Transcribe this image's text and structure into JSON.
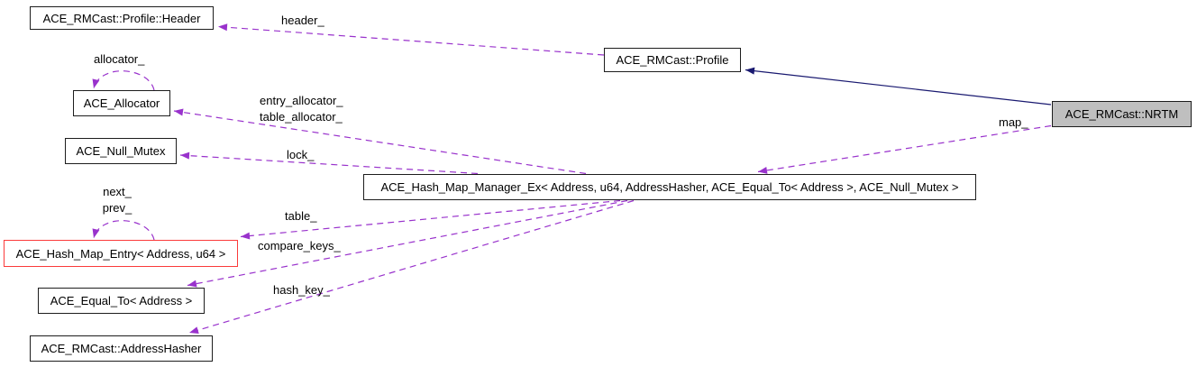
{
  "diagram": {
    "type": "collaboration-graph",
    "colors": {
      "background": "#ffffff",
      "usage_edge": "#9932cc",
      "inheritance_edge": "#191970",
      "node_border": "#1d1d1d",
      "undocumented_node_border": "#fb3b3b",
      "current_node_fill": "#bfbfbf",
      "node_fill": "#ffffff",
      "text": "#000000"
    },
    "nodes": [
      {
        "id": "profile-header",
        "label": "ACE_RMCast::Profile::Header"
      },
      {
        "id": "allocator",
        "label": "ACE_Allocator"
      },
      {
        "id": "null-mutex",
        "label": "ACE_Null_Mutex"
      },
      {
        "id": "hash-map-entry",
        "label": "ACE_Hash_Map_Entry< Address, u64 >"
      },
      {
        "id": "equal-to",
        "label": "ACE_Equal_To< Address >"
      },
      {
        "id": "address-hasher",
        "label": "ACE_RMCast::AddressHasher"
      },
      {
        "id": "profile",
        "label": "ACE_RMCast::Profile"
      },
      {
        "id": "hash-map-manager",
        "label": "ACE_Hash_Map_Manager_Ex< Address, u64, AddressHasher, ACE_Equal_To< Address >, ACE_Null_Mutex >"
      },
      {
        "id": "nrtm",
        "label": "ACE_RMCast::NRTM"
      }
    ],
    "edges": [
      {
        "from": "profile",
        "to": "profile-header",
        "label": "header_",
        "style": "dashed-usage"
      },
      {
        "from": "allocator",
        "to": "allocator",
        "label": "allocator_",
        "style": "dashed-usage-self-loop"
      },
      {
        "from": "hash-map-manager",
        "to": "allocator",
        "label_lines": [
          "entry_allocator_",
          "table_allocator_"
        ],
        "style": "dashed-usage"
      },
      {
        "from": "hash-map-manager",
        "to": "null-mutex",
        "label": "lock_",
        "style": "dashed-usage"
      },
      {
        "from": "hash-map-entry",
        "to": "hash-map-entry",
        "label_lines": [
          "next_",
          "prev_"
        ],
        "style": "dashed-usage-self-loop"
      },
      {
        "from": "hash-map-manager",
        "to": "hash-map-entry",
        "label": "table_",
        "style": "dashed-usage"
      },
      {
        "from": "hash-map-manager",
        "to": "equal-to",
        "label": "compare_keys_",
        "style": "dashed-usage"
      },
      {
        "from": "hash-map-manager",
        "to": "address-hasher",
        "label": "hash_key_",
        "style": "dashed-usage"
      },
      {
        "from": "nrtm",
        "to": "hash-map-manager",
        "label": "map_",
        "style": "dashed-usage"
      },
      {
        "from": "nrtm",
        "to": "profile",
        "label": "",
        "style": "solid-inheritance"
      }
    ]
  }
}
